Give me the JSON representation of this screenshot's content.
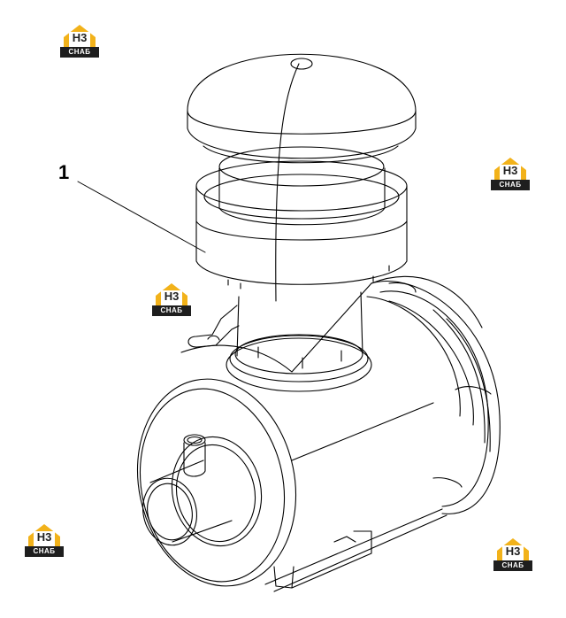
{
  "callout": {
    "number": "1"
  },
  "watermark": {
    "code": "H3",
    "word": "СНАБ",
    "accent": "#f2b21a",
    "dark": "#1e1e1e"
  }
}
